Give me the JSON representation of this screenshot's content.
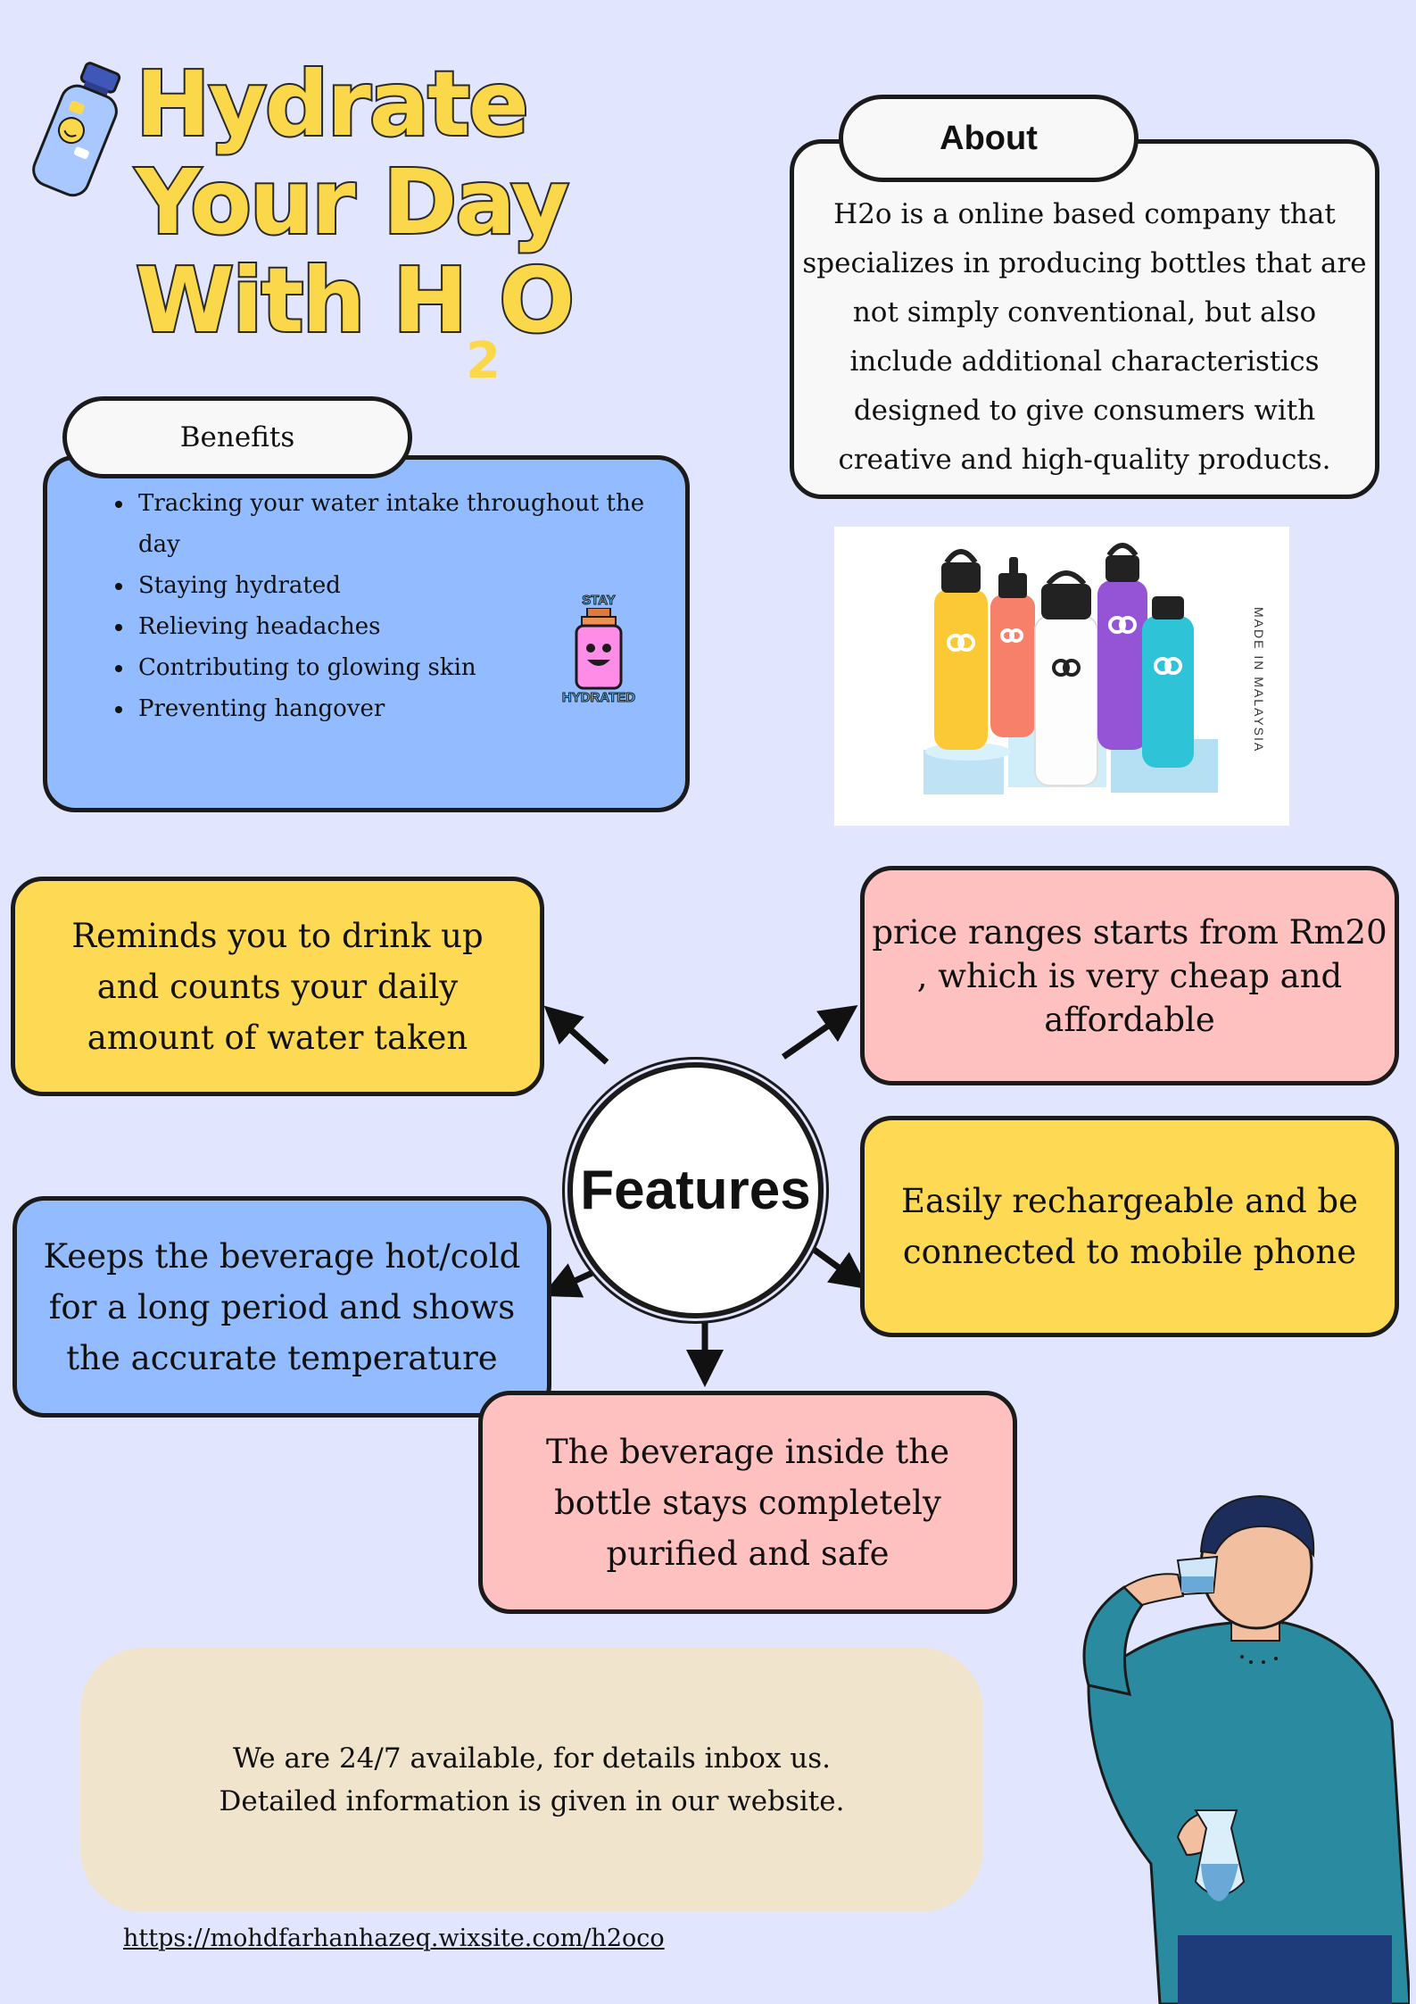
{
  "title": {
    "line1": "Hydrate",
    "line2": "Your Day",
    "line3_main": "With H",
    "line3_sub": "2",
    "line3_end": "O"
  },
  "about": {
    "label": "About",
    "text": "H2o is a online based company that specializes in producing bottles that are not simply conventional, but also include additional characteristics designed to give consumers with creative and high-quality products."
  },
  "benefits": {
    "label": "Benefits",
    "items": [
      "Tracking your water intake throughout the day",
      "Staying hydrated",
      "Relieving headaches",
      "Contributing to glowing skin",
      "Preventing hangover"
    ],
    "sticker_top": "STAY",
    "sticker_bottom": "HYDRATED"
  },
  "product_photo": {
    "side_text": "MADE IN MALAYSIA"
  },
  "features": {
    "center": "Features",
    "reminds": "Reminds you to drink up and counts your daily amount of water taken",
    "price": "price ranges starts from Rm20 , which is very cheap and affordable",
    "rechargeable": "Easily rechargeable and be connected to mobile phone",
    "temperature": "Keeps the beverage hot/cold for a long period and shows the accurate temperature",
    "purified": "The beverage inside the bottle stays completely purified and safe"
  },
  "contact": {
    "line1": "We are 24/7 available, for details inbox us.",
    "line2": "Detailed information is given in our website."
  },
  "website": "https://mohdfarhanhazeq.wixsite.com/h2oco",
  "colors": {
    "background": "#e1e5fd",
    "yellow": "#fed953",
    "pink": "#ffc1c0",
    "blue": "#92bcff",
    "contact": "#f1e4cd"
  }
}
